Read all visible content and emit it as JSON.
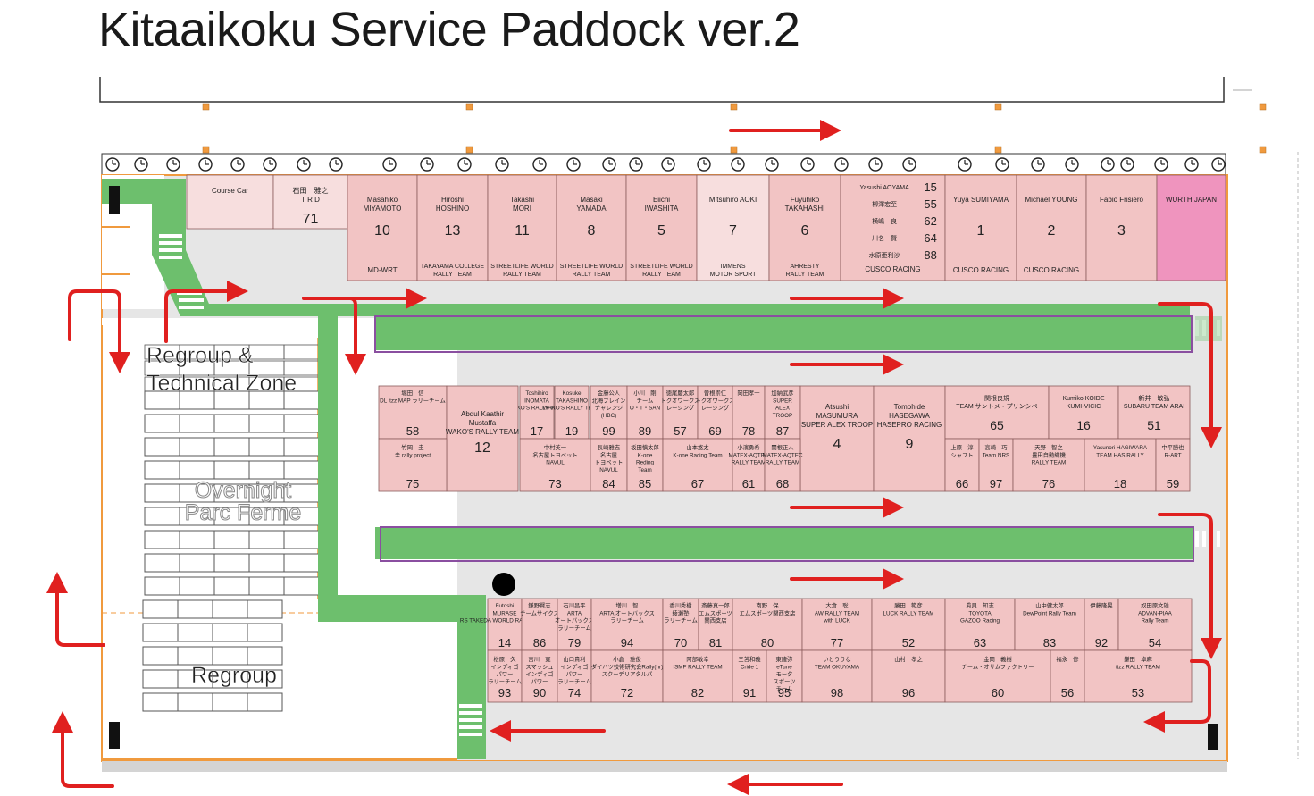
{
  "title": "Kitaaikoku Service Paddock ver.2",
  "colors": {
    "stall": "#f2c4c4",
    "stall_dark": "#e9a3a3",
    "stall_light": "#f7dede",
    "wurth": "#ef94be",
    "lane": "#6dbf6d",
    "arrow": "#e0201f",
    "paddock_bg": "#e6e6e6",
    "border": "#f09a3e",
    "purple": "#8a4fa0"
  },
  "zones": {
    "regroup_technical_1": "Regroup &",
    "regroup_technical_2": "Technical Zone",
    "overnight_1": "Overnight",
    "overnight_2": "Parc Ferme",
    "regroup": "Regroup"
  },
  "top_row": [
    {
      "lines": [
        "Course Car"
      ],
      "num": "",
      "team": ""
    },
    {
      "lines": [
        "石田　雅之",
        "T R D"
      ],
      "num": "71",
      "team": ""
    },
    {
      "lines": [
        "Masahiko",
        "MIYAMOTO"
      ],
      "num": "10",
      "team": "MD-WRT"
    },
    {
      "lines": [
        "Hiroshi",
        "HOSHINO"
      ],
      "num": "13",
      "team": "TAKAYAMA COLLEGE RALLY TEAM"
    },
    {
      "lines": [
        "Takashi",
        "MORI"
      ],
      "num": "11",
      "team": "STREETLIFE WORLD RALLY TEAM"
    },
    {
      "lines": [
        "Masaki",
        "YAMADA"
      ],
      "num": "8",
      "team": "STREETLIFE WORLD RALLY TEAM"
    },
    {
      "lines": [
        "Eiichi",
        "IWASHITA"
      ],
      "num": "5",
      "team": "STREETLIFE WORLD RALLY TEAM"
    },
    {
      "lines": [
        "Mitsuhiro AOKI"
      ],
      "num": "7",
      "team": "IMMENS MOTOR SPORT"
    },
    {
      "lines": [
        "Fuyuhiko",
        "TAKAHASHI"
      ],
      "num": "6",
      "team": "AHRESTY RALLY TEAM"
    },
    {
      "lines": [
        "Yasushi AOYAMA",
        "柳澤宏至",
        "横嶋　良",
        "川名　賢",
        "水原亜利沙"
      ],
      "nums": [
        "15",
        "55",
        "62",
        "64",
        "88"
      ],
      "team": "CUSCO RACING"
    },
    {
      "lines": [
        "Yuya SUMIYAMA"
      ],
      "num": "1",
      "team": "CUSCO RACING"
    },
    {
      "lines": [
        "Michael YOUNG"
      ],
      "num": "2",
      "team": "CUSCO RACING"
    },
    {
      "lines": [
        "Fabio Frisiero"
      ],
      "num": "3",
      "team": ""
    },
    {
      "lines": [
        "WURTH JAPAN"
      ],
      "num": "",
      "team": ""
    }
  ],
  "middle_upper": [
    {
      "lines": [
        "堀田　信",
        "DL itzz MAP ラリーチーム"
      ],
      "num": "58"
    },
    {
      "lines": [
        "Toshihiro",
        "INOMATA",
        "WAKO'S RALLY TEAM"
      ],
      "num": "17"
    },
    {
      "lines": [
        "Kosuke",
        "TAKASHINO",
        "WAKO'S RALLY TEAM"
      ],
      "num": "19"
    },
    {
      "lines": [
        "金藤公人",
        "北海ブレイン",
        "チャレンジ",
        "(HBC)"
      ],
      "num": "99"
    },
    {
      "lines": [
        "小川　剛",
        "チーム",
        "O・T・SAN"
      ],
      "num": "89"
    },
    {
      "lines": [
        "徳尾慶太郎",
        "トクオワークス",
        "レーシング"
      ],
      "num": "57"
    },
    {
      "lines": [
        "曽根崇仁",
        "トクオワークス",
        "レーシング"
      ],
      "num": "69"
    },
    {
      "lines": [
        "岡田孝一"
      ],
      "num": "78"
    },
    {
      "lines": [
        "加納武彦",
        "SUPER",
        "ALEX",
        "TROOP"
      ],
      "num": "87"
    },
    {
      "lines": [
        "関根良規",
        "TEAM サントメ・プリンシペ"
      ],
      "num": "65"
    },
    {
      "lines": [
        "Kumiko KOIDE",
        "KUMI-VICIC"
      ],
      "num": "16"
    },
    {
      "lines": [
        "新井　敏弘",
        "SUBARU TEAM ARAI"
      ],
      "num": "51"
    }
  ],
  "middle_lower": [
    {
      "lines": [
        "竹岡　圭",
        "圭 rally project"
      ],
      "num": "75"
    },
    {
      "lines": [
        "中村英一",
        "名古屋トヨペット",
        "NAVUL"
      ],
      "num": "73"
    },
    {
      "lines": [
        "長崎雅志",
        "名古屋",
        "トヨペット",
        "NAVUL"
      ],
      "num": "84"
    },
    {
      "lines": [
        "坂田慎太郎",
        "K-one",
        "Reding",
        "Team"
      ],
      "num": "85"
    },
    {
      "lines": [
        "山本悠太",
        "K-one Racing Team"
      ],
      "num": "67"
    },
    {
      "lines": [
        "小濱勇希",
        "MATEX-AQTEC",
        "RALLY TEAM"
      ],
      "num": "61"
    },
    {
      "lines": [
        "関根正人",
        "MATEX-AQTEC",
        "RALLY TEAM"
      ],
      "num": "68"
    },
    {
      "lines": [
        "上原　淳",
        "シャフト"
      ],
      "num": "66"
    },
    {
      "lines": [
        "高崎　巧",
        "Team NRS"
      ],
      "num": "97"
    },
    {
      "lines": [
        "天野　智之",
        "豊田自動織機",
        "RALLY TEAM"
      ],
      "num": "76"
    },
    {
      "lines": [
        "Yasunori HAGIWARA",
        "TEAM HAS RALLY"
      ],
      "num": "18"
    },
    {
      "lines": [
        "中平勝也",
        "R-ART"
      ],
      "num": "59"
    }
  ],
  "middle_big": [
    {
      "lines": [
        "Abdul Kaathir",
        "Mustaffa",
        "WAKO'S RALLY TEAM"
      ],
      "num": "12"
    },
    {
      "lines": [
        "Atsushi",
        "MASUMURA",
        "SUPER ALEX TROOP"
      ],
      "num": "4"
    },
    {
      "lines": [
        "Tomohide",
        "HASEGAWA",
        "HASEPRO RACING"
      ],
      "num": "9"
    }
  ],
  "bottom_upper": [
    {
      "lines": [
        "Futoshi",
        "MURASE",
        "RS TAKEDA WORLD RALLY TEAM"
      ],
      "num": "14"
    },
    {
      "lines": [
        "鎌野賢志",
        "チームサイクス"
      ],
      "num": "86"
    },
    {
      "lines": [
        "石川昌平",
        "ARTA",
        "オートバックス",
        "ラリーチーム"
      ],
      "num": "79"
    },
    {
      "lines": [
        "増川　智",
        "ARTA オートバックス",
        "ラリーチーム"
      ],
      "num": "94"
    },
    {
      "lines": [
        "香川秀樹",
        "綾瀬塾",
        "ラリーチーム"
      ],
      "num": "70"
    },
    {
      "lines": [
        "斎藤真一郎",
        "エムスポーツ",
        "関西支店"
      ],
      "num": "81"
    },
    {
      "lines": [
        "南野　保",
        "エムスポーツ関西支店"
      ],
      "num": "80"
    },
    {
      "lines": [
        "大倉　聡",
        "AW RALLY TEAM",
        "with LUCK"
      ],
      "num": "77"
    },
    {
      "lines": [
        "勝田　範彦",
        "LUCK RALLY TEAM"
      ],
      "num": "52"
    },
    {
      "lines": [
        "眞貝　知志",
        "TOYOTA",
        "GAZOO Racing"
      ],
      "num": "63"
    },
    {
      "lines": [
        "山中健太郎",
        "DewPoint Rally Team"
      ],
      "num": "83"
    },
    {
      "lines": [
        "伊藤隆晃"
      ],
      "num": "92"
    },
    {
      "lines": [
        "奴田原文雄",
        "ADVAN-PIAA",
        "Rally Team"
      ],
      "num": "54"
    }
  ],
  "bottom_lower": [
    {
      "lines": [
        "松原　久",
        "インディゴ",
        "パワー",
        "ラリーチーム"
      ],
      "num": "93"
    },
    {
      "lines": [
        "吉川　寛",
        "スマッシュ",
        "インディゴ",
        "パワー"
      ],
      "num": "90"
    },
    {
      "lines": [
        "山口貴利",
        "インディゴ",
        "パワー",
        "ラリーチーム"
      ],
      "num": "74"
    },
    {
      "lines": [
        "小倉　雅俊",
        "ダイハツ技術研究会Rally(hr)",
        "スクーデリアタルパ"
      ],
      "num": "72"
    },
    {
      "lines": [
        "阿部敏幸",
        "ISMF RALLY TEAM"
      ],
      "num": "82"
    },
    {
      "lines": [
        "三苫和義",
        "Cride 1"
      ],
      "num": "91"
    },
    {
      "lines": [
        "東隆弥",
        "eTune",
        "モータ",
        "スポーツ",
        "チーム"
      ],
      "num": "95"
    },
    {
      "lines": [
        "いとうりな",
        "TEAM OKUYAMA"
      ],
      "num": "98"
    },
    {
      "lines": [
        "山村　孝之"
      ],
      "num": "96"
    },
    {
      "lines": [
        "金岡　義樹",
        "チーム・オサムファクトリー"
      ],
      "num": "60"
    },
    {
      "lines": [
        "福永　修"
      ],
      "num": "56"
    },
    {
      "lines": [
        "鎌田　卓麻",
        "itzz RALLY TEAM"
      ],
      "num": "53"
    }
  ]
}
